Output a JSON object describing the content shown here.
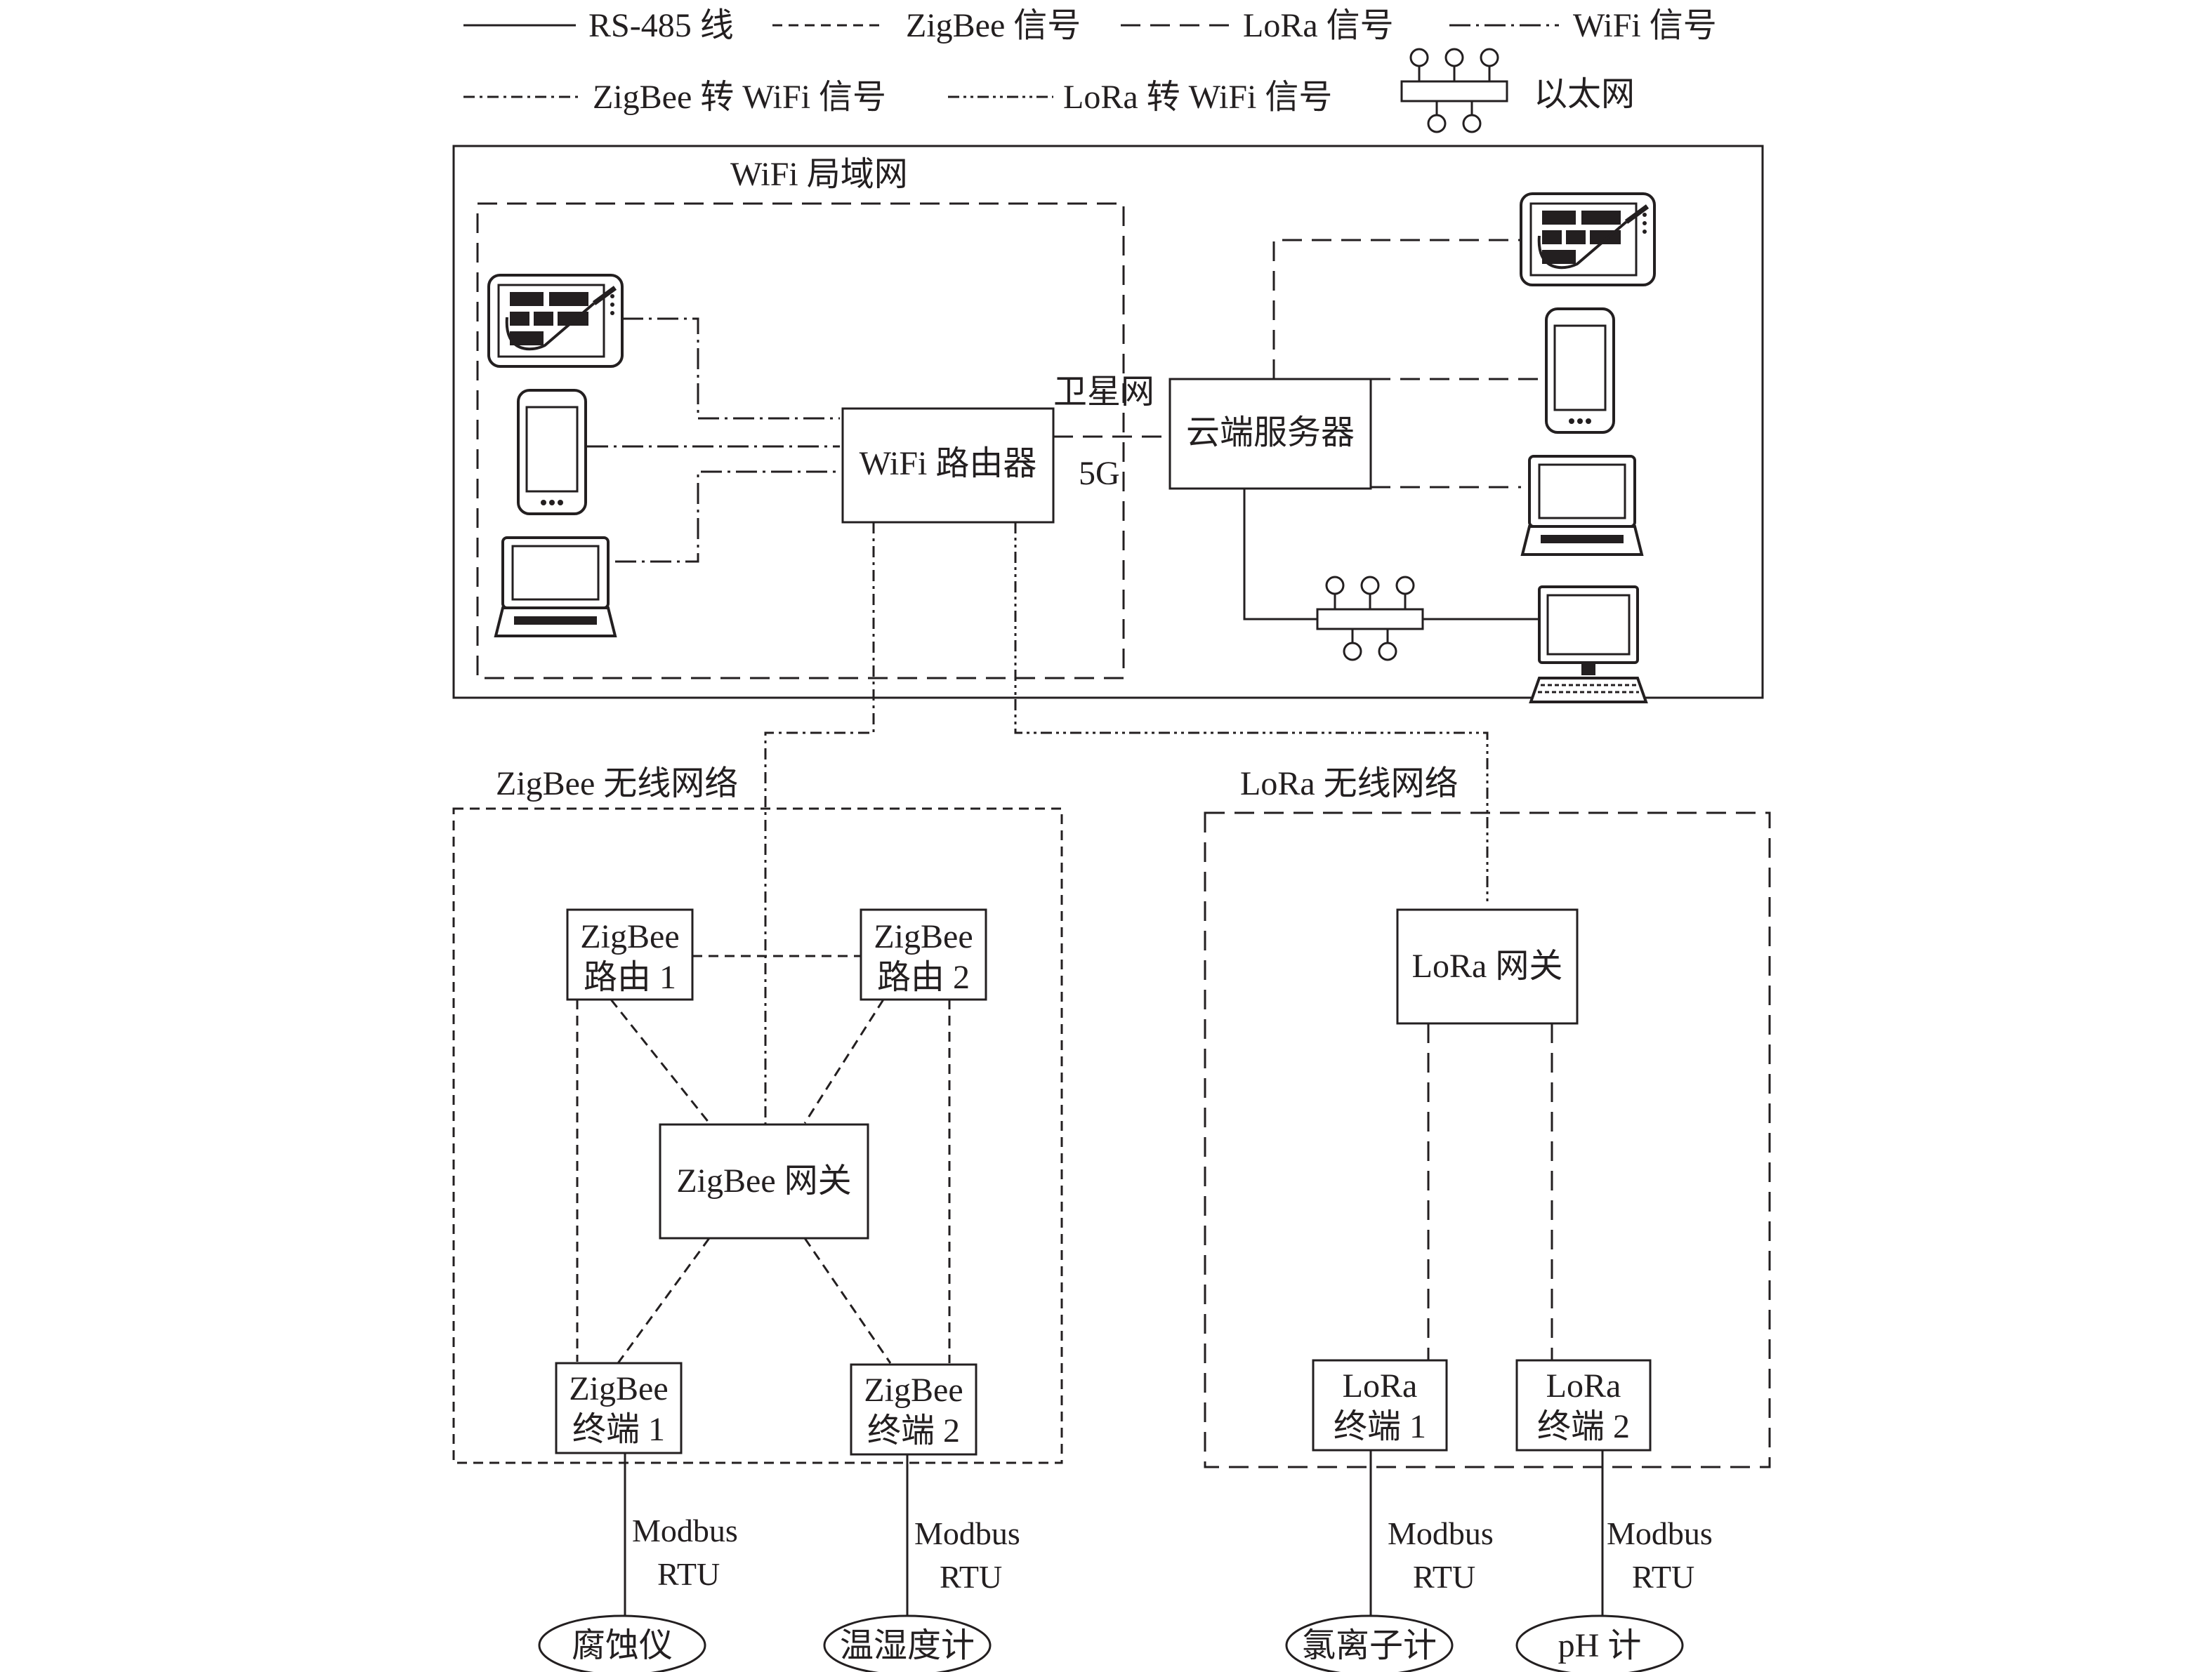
{
  "legend": {
    "rs485": "RS-485 线",
    "zigbee": "ZigBee 信号",
    "lora": "LoRa 信号",
    "wifi": "WiFi 信号",
    "zigbee_wifi": "ZigBee 转 WiFi 信号",
    "lora_wifi": "LoRa 转 WiFi 信号",
    "ethernet": "以太网"
  },
  "wifi_lan": {
    "title": "WiFi 局域网",
    "router": "WiFi 路由器",
    "cloud": "云端服务器",
    "satellite": "卫星网",
    "five_g": "5G"
  },
  "zigbee_net": {
    "title": "ZigBee 无线网络",
    "router1": [
      "ZigBee",
      "路由 1"
    ],
    "router2": [
      "ZigBee",
      "路由 2"
    ],
    "gateway": "ZigBee 网关",
    "terminal1": [
      "ZigBee",
      "终端 1"
    ],
    "terminal2": [
      "ZigBee",
      "终端 2"
    ]
  },
  "lora_net": {
    "title": "LoRa 无线网络",
    "gateway": "LoRa 网关",
    "terminal1": [
      "LoRa",
      "终端 1"
    ],
    "terminal2": [
      "LoRa",
      "终端 2"
    ]
  },
  "links": {
    "modbus": [
      "Modbus",
      "RTU"
    ]
  },
  "sensors": [
    "腐蚀仪",
    "温湿度计",
    "氯离子计",
    "pH 计"
  ],
  "icons": [
    "tablet-icon",
    "smartphone-icon",
    "laptop-icon",
    "desktop-monitor-icon",
    "ethernet-hub-icon"
  ]
}
